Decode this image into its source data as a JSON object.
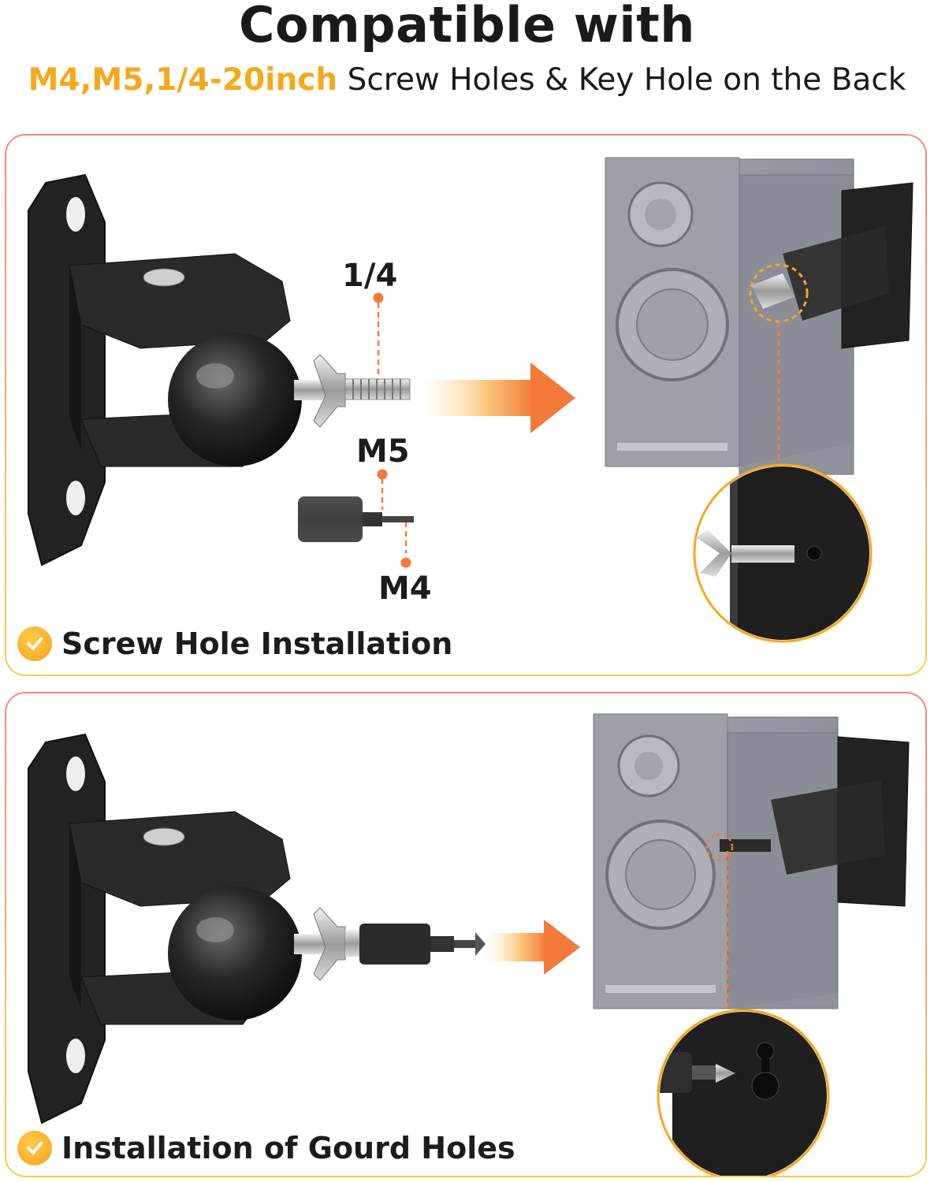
{
  "header": {
    "title": "Compatible with",
    "subtitle_highlight": "M4,M5,1/4-20inch",
    "subtitle_rest": "Screw Holes & Key Hole on the Back"
  },
  "section1": {
    "label": "Screw Hole Installation",
    "thread_labels": {
      "quarter": "1/4",
      "m5": "M5",
      "m4": "M4"
    }
  },
  "section2": {
    "label": "Installation of Gourd Holes"
  },
  "colors": {
    "accent_yellow": "#f6a81c",
    "accent_orange": "#f47a3b",
    "border_top": "#f4877a",
    "border_bottom": "#f8cc46",
    "mount_black": "#1e1e1e",
    "speaker_gray": "#8d8f99"
  },
  "icons": [
    "check-circle-icon",
    "arrow-right-icon"
  ]
}
